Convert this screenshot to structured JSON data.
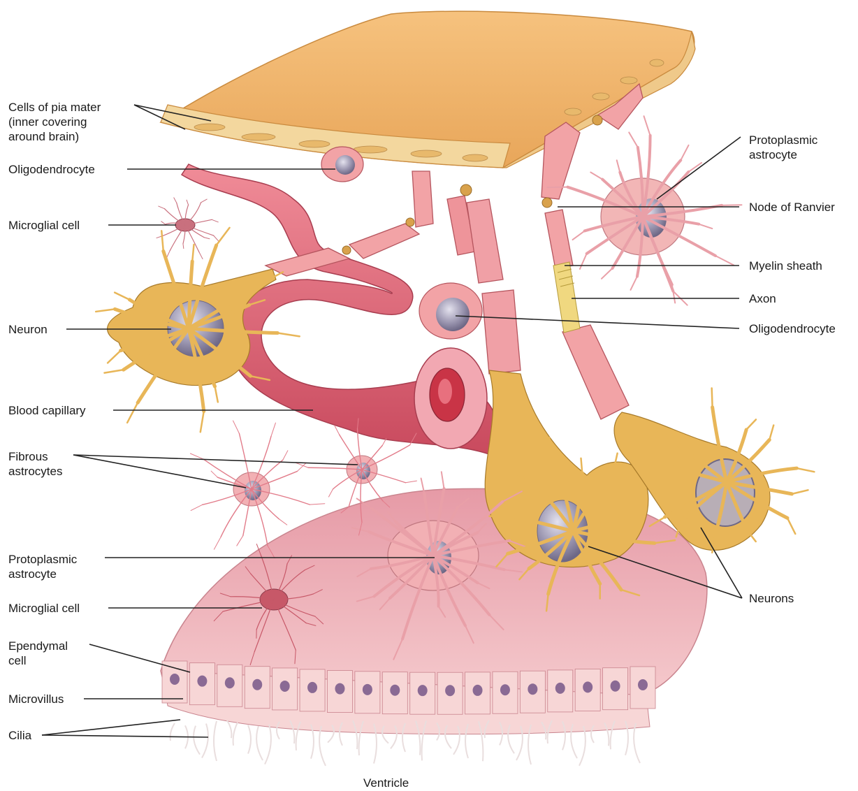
{
  "colors": {
    "pia": "#f0b870",
    "capillary": "#e36a7a",
    "oligodendrocyte": "#f2a3a6",
    "astrocyte": "#f2b6b6",
    "neuron": "#e8b658",
    "ependyma": "#f4c3c6",
    "nucleus": "#8e8aa2",
    "axon": "#e8d080"
  },
  "labels": {
    "pia": "Cells of pia mater\n(inner covering\naround brain)",
    "oligo_left": "Oligodendrocyte",
    "microglia_top": "Microglial cell",
    "neuron": "Neuron",
    "capillary": "Blood capillary",
    "fibrous": "Fibrous\nastrocytes",
    "proto_left": "Protoplasmic\nastrocyte",
    "microglia_bottom": "Microglial cell",
    "ependymal": "Ependymal\ncell",
    "microvillus": "Microvillus",
    "cilia": "Cilia",
    "proto_right": "Protoplasmic\nastrocyte",
    "node": "Node of Ranvier",
    "myelin": "Myelin sheath",
    "axon": "Axon",
    "oligo_right": "Oligodendrocyte",
    "neurons": "Neurons",
    "ventricle": "Ventricle"
  }
}
